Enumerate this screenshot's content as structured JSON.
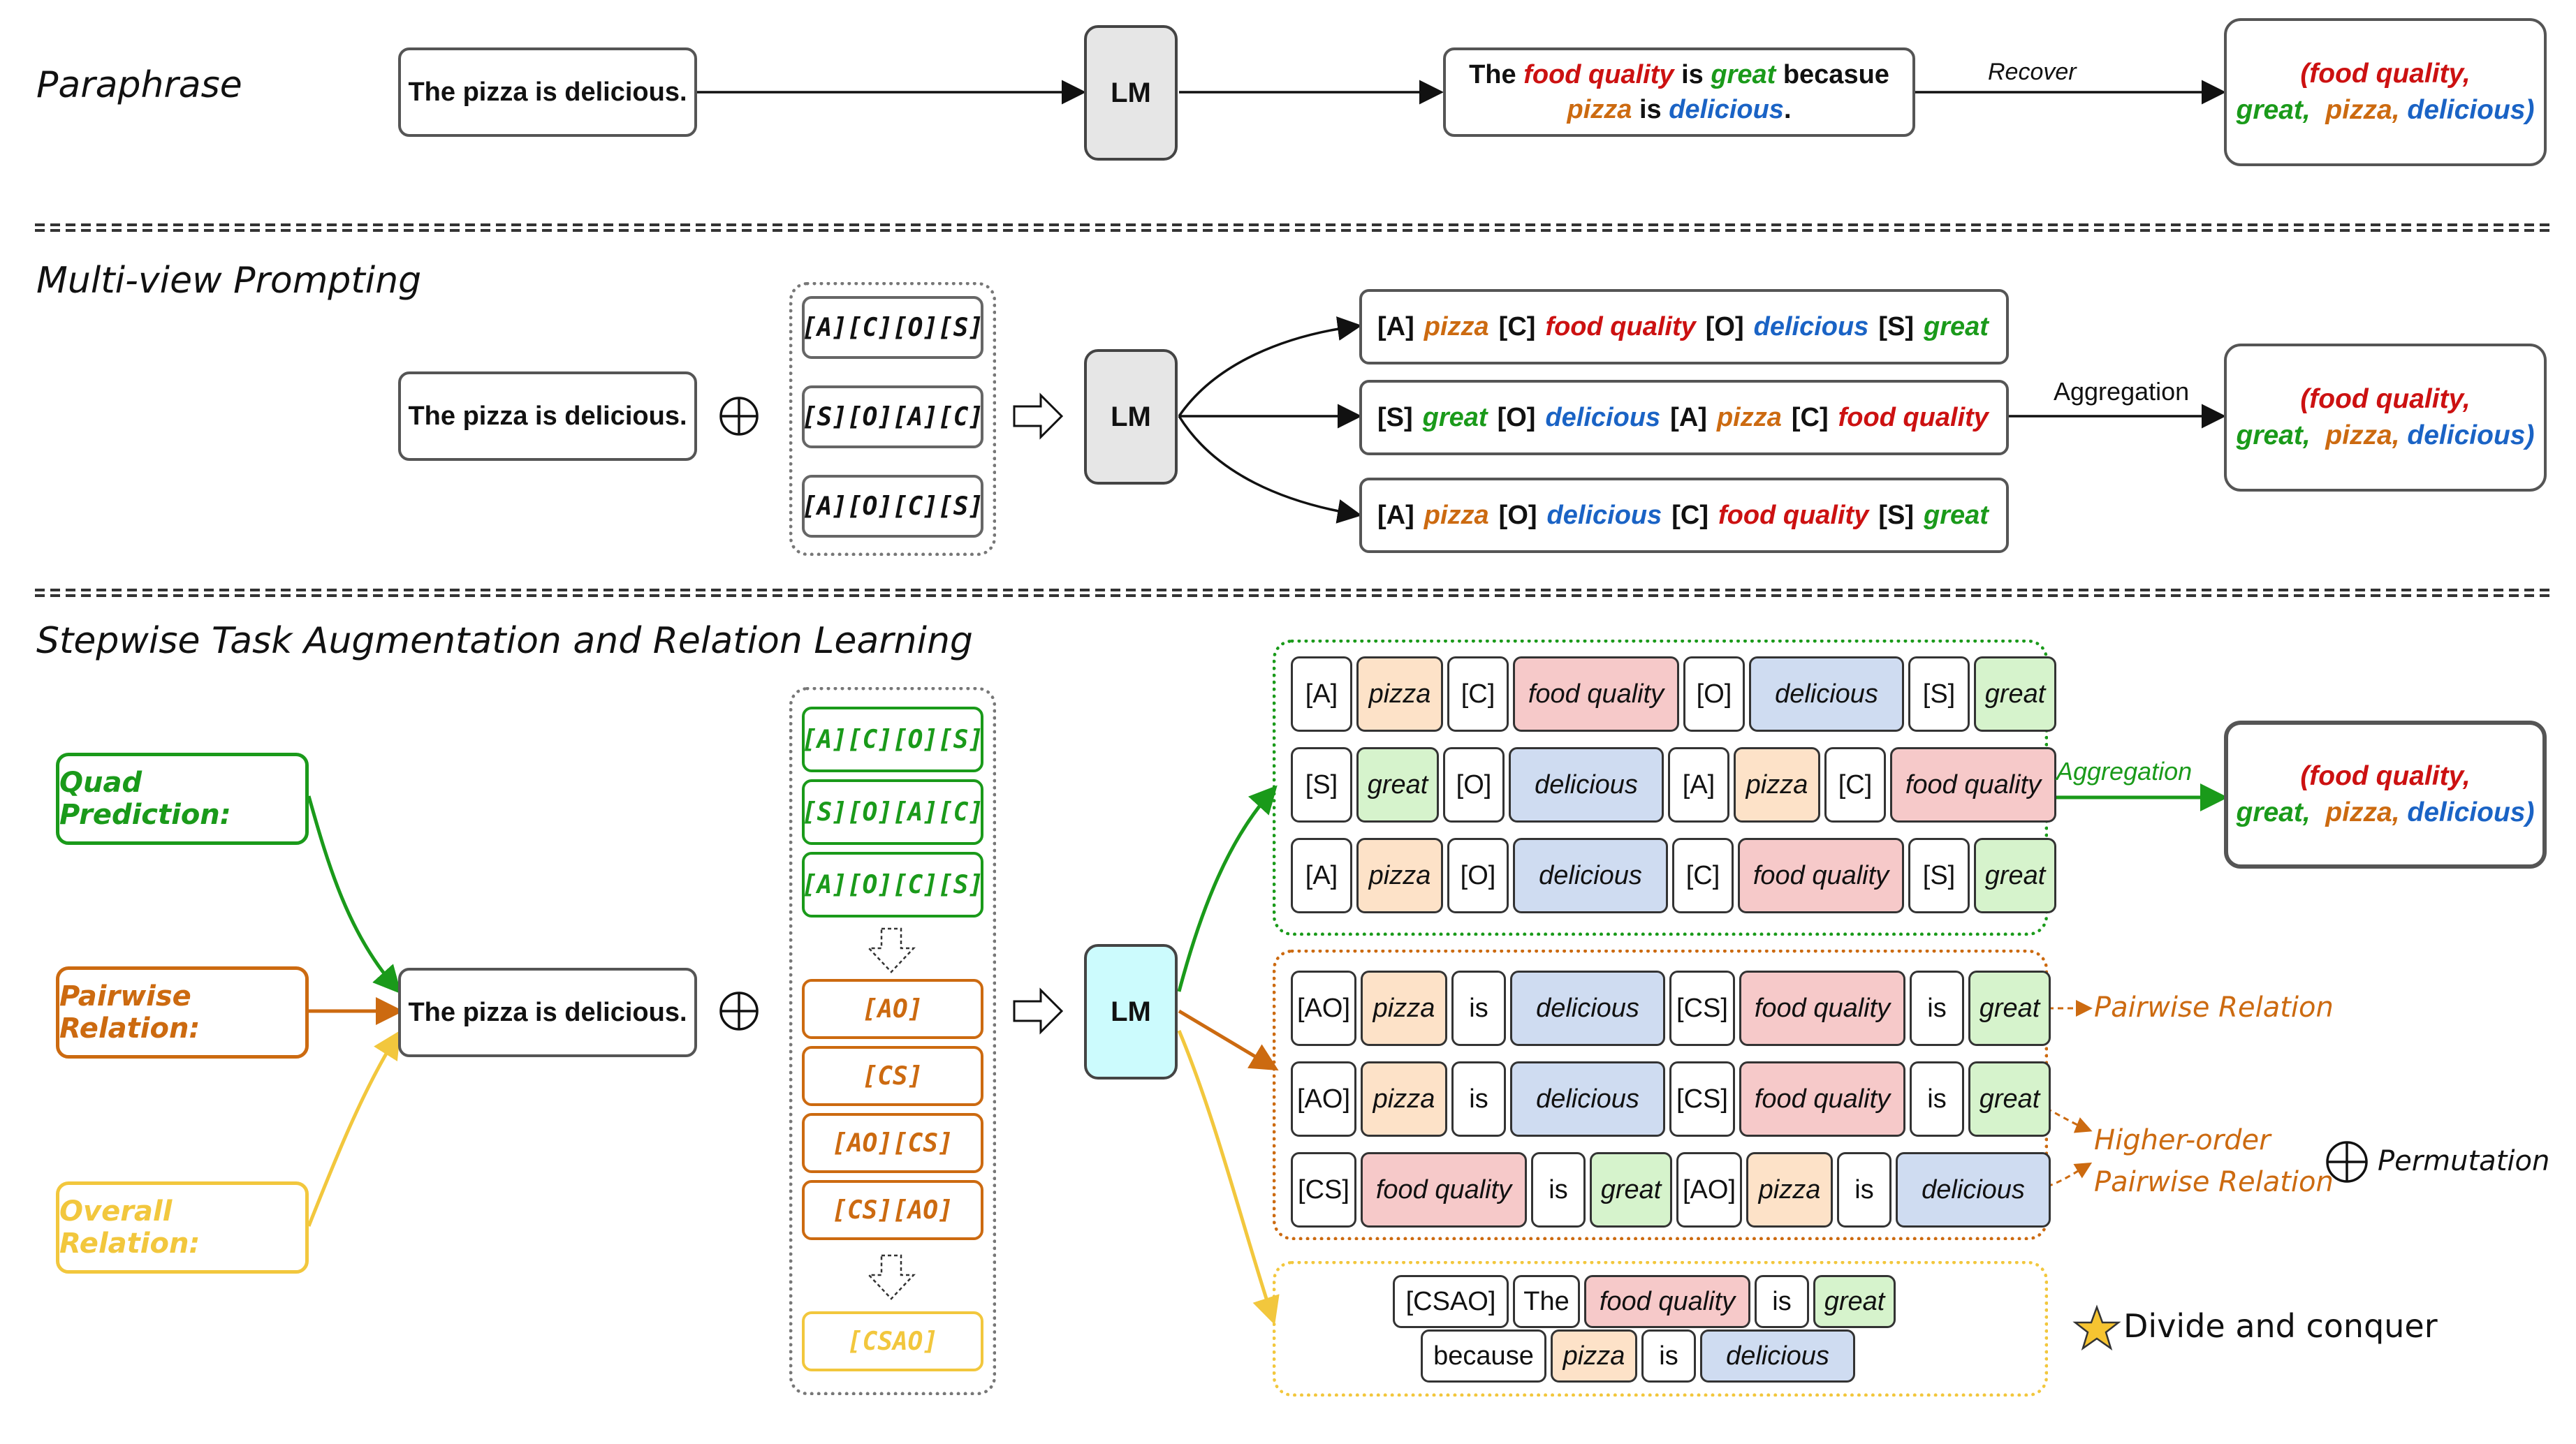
{
  "sections": {
    "paraphrase": "Paraphrase",
    "multiview": "Multi-view Prompting",
    "stepwise": "Stepwise Task Augmentation and Relation Learning"
  },
  "input_sentence": "The pizza is delicious.",
  "lm_label": "LM",
  "paraphrase": {
    "output_line1": [
      "The",
      "food quality",
      "is",
      "great",
      "becasue"
    ],
    "output_line2": [
      "pizza",
      "is",
      "delicious",
      "."
    ],
    "recover_label": "Recover"
  },
  "result": {
    "line1": "(food quality,",
    "line2a": "great,",
    "line2b": "pizza,",
    "line2c": "delicious)"
  },
  "multiview": {
    "prompts": [
      "[A][C][O][S]",
      "[S][O][A][C]",
      "[A][O][C][S]"
    ],
    "outputs": [
      [
        [
          "[A]",
          "k"
        ],
        [
          "pizza",
          "org"
        ],
        [
          "[C]",
          "k"
        ],
        [
          "food quality",
          "red"
        ],
        [
          "[O]",
          "k"
        ],
        [
          "delicious",
          "blu"
        ],
        [
          "[S]",
          "k"
        ],
        [
          "great",
          "grn"
        ]
      ],
      [
        [
          "[S]",
          "k"
        ],
        [
          "great",
          "grn"
        ],
        [
          "[O]",
          "k"
        ],
        [
          "delicious",
          "blu"
        ],
        [
          "[A]",
          "k"
        ],
        [
          "pizza",
          "org"
        ],
        [
          "[C]",
          "k"
        ],
        [
          "food quality",
          "red"
        ]
      ],
      [
        [
          "[A]",
          "k"
        ],
        [
          "pizza",
          "org"
        ],
        [
          "[O]",
          "k"
        ],
        [
          "delicious",
          "blu"
        ],
        [
          "[C]",
          "k"
        ],
        [
          "food quality",
          "red"
        ],
        [
          "[S]",
          "k"
        ],
        [
          "great",
          "grn"
        ]
      ]
    ],
    "aggregation_label": "Aggregation"
  },
  "stepwise": {
    "task_labels": {
      "quad": "Quad Prediction:",
      "pairwise": "Pairwise Relation:",
      "overall": "Overall Relation:"
    },
    "quad_prompts": [
      "[A][C][O][S]",
      "[S][O][A][C]",
      "[A][O][C][S]"
    ],
    "pair_prompts": [
      "[AO]",
      "[CS]",
      "[AO][CS]",
      "[CS][AO]"
    ],
    "overall_prompt": "[CSAO]",
    "quad_rows": [
      [
        "[A]",
        "pizza",
        "[C]",
        "food quality",
        "[O]",
        "delicious",
        "[S]",
        "great"
      ],
      [
        "[S]",
        "great",
        "[O]",
        "delicious",
        "[A]",
        "pizza",
        "[C]",
        "food quality"
      ],
      [
        "[A]",
        "pizza",
        "[O]",
        "delicious",
        "[C]",
        "food quality",
        "[S]",
        "great"
      ]
    ],
    "pair_row1": [
      "[AO]",
      "pizza",
      "is",
      "delicious",
      "[CS]",
      "food quality",
      "is",
      "great"
    ],
    "pair_row2": [
      "[AO]",
      "pizza",
      "is",
      "delicious",
      "[CS]",
      "food quality",
      "is",
      "great"
    ],
    "pair_row3": [
      "[CS]",
      "food quality",
      "is",
      "great",
      "[AO]",
      "pizza",
      "is",
      "delicious"
    ],
    "overall_row1": [
      "[CSAO]",
      "The",
      "food quality",
      "is",
      "great"
    ],
    "overall_row2": [
      "because",
      "pizza",
      "is",
      "delicious"
    ],
    "aggregation_label": "Aggregation",
    "pairwise_relation_label": "Pairwise Relation",
    "higher_order_label_1": "Higher-order",
    "higher_order_label_2": "Pairwise Relation",
    "permutation_label": "Permutation",
    "divide_label": "Divide and conquer"
  },
  "colors": {
    "green": "#1a9a1a",
    "orange": "#cc6a10",
    "yellow": "#f2c73d",
    "red": "#cc1111",
    "blue": "#1a63c5",
    "fill_orange": "#fde2c8",
    "fill_red": "#f6c9c9",
    "fill_blue": "#cfdcf1",
    "fill_green": "#d6f3cc",
    "lm_cyan": "#ccfbfd"
  }
}
